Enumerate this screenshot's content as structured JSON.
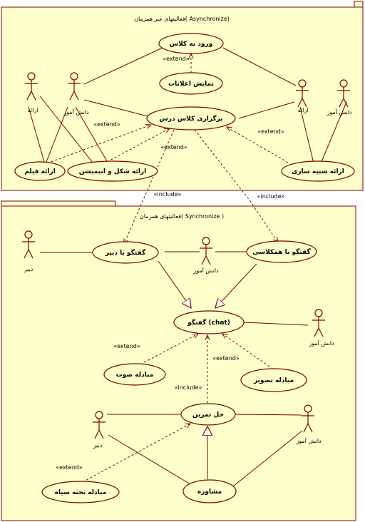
{
  "packages": {
    "async": {
      "tab": "",
      "title": "فعالیتهای غیر همزمان( Asynchronize)"
    },
    "sync": {
      "tab": "",
      "title": "فعالیتهای همزمان( Synchronize )"
    }
  },
  "use_cases": {
    "login": "ورود به کلاس",
    "announce": "نمایش اعلانات",
    "hold_class": "برگزاری کلاس درس",
    "film": "ارائه فیلم",
    "animation": "ارائه شکل و انیمیشن",
    "simulation": "ارائه شبیه سازی",
    "chat_teacher": "گفتگو با دبیر",
    "chat_classmate": "گفتگو با همکلاسی",
    "chat": "گفتگو (chat)",
    "voice": "مبادله صوت",
    "image": "مبادله تصویر",
    "exercise": "حل تمرین",
    "whiteboard": "مبادله تخته سیاه",
    "consult": "مشاوره"
  },
  "actors": {
    "a_presenter_left": "ارائه",
    "a_student_left": "دانش آموز",
    "a_presenter_right": "ارائه",
    "a_student_right": "دانش آموز",
    "s_teacher_top": "دبیر",
    "s_student_mid": "دانش آموز",
    "s_student_right": "دانش آموز",
    "s_teacher_bottom": "دبیر",
    "s_student_bottom": "دانش آموز"
  },
  "stereotypes": {
    "ext_announce": "«extend»",
    "ext_left": "«extend»",
    "ext_mid": "«extend»",
    "ext_right": "«extend»",
    "inc_left": "«include»",
    "inc_right": "«include»",
    "ext_voice": "«extend»",
    "ext_image": "«extend»",
    "inc_exercise": "«include»",
    "ext_board": "«extend»"
  }
}
